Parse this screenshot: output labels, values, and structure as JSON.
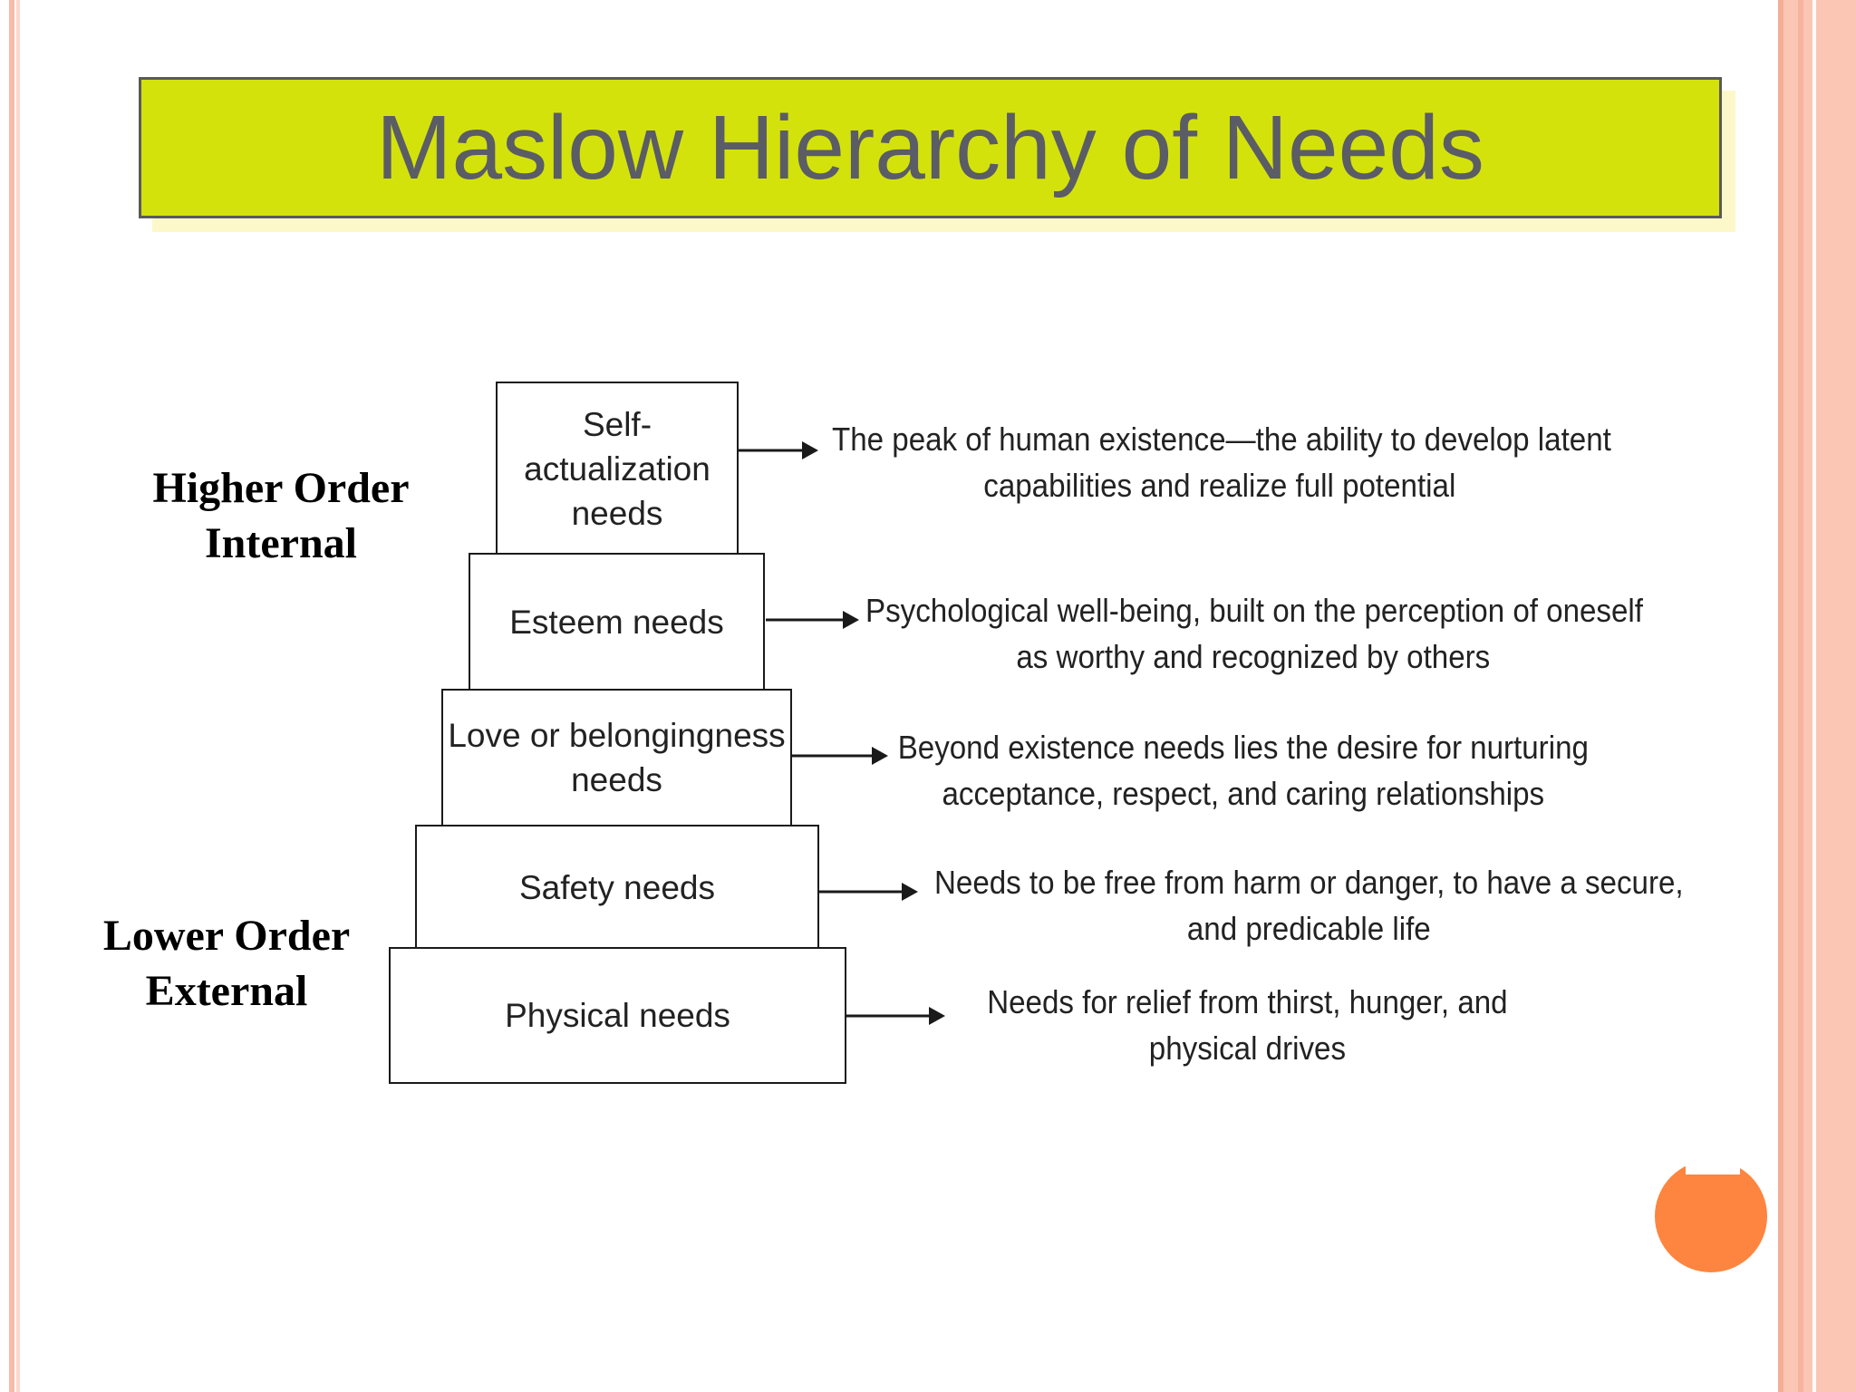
{
  "title": "Maslow Hierarchy of Needs",
  "labels": {
    "higher": [
      "Higher Order",
      "Internal"
    ],
    "lower": [
      "Lower Order",
      "External"
    ]
  },
  "levels": [
    {
      "name_lines": [
        "Self-",
        "actualization",
        "needs"
      ],
      "desc_lines": [
        "The peak  of human existence—the ability to develop latent",
        "capabilities and realize full potential"
      ]
    },
    {
      "name_lines": [
        "Esteem needs"
      ],
      "desc_lines": [
        "Psychological well-being, built on the perception of oneself",
        "as worthy and recognized by others"
      ]
    },
    {
      "name_lines": [
        "Love or belongingness",
        "needs"
      ],
      "desc_lines": [
        "Beyond existence needs lies the desire for nurturing",
        "acceptance, respect, and caring relationships"
      ]
    },
    {
      "name_lines": [
        "Safety needs"
      ],
      "desc_lines": [
        "Needs to be free from harm or danger, to have a secure,",
        "and predicable life"
      ]
    },
    {
      "name_lines": [
        "Physical needs"
      ],
      "desc_lines": [
        "Needs for relief from thirst, hunger, and",
        "physical  drives"
      ]
    }
  ],
  "colors": {
    "title_bg": "#d4e20b",
    "title_text": "#5a5c66",
    "accent_circle": "#fd853f",
    "border_stripe": "#fcc6b4"
  }
}
